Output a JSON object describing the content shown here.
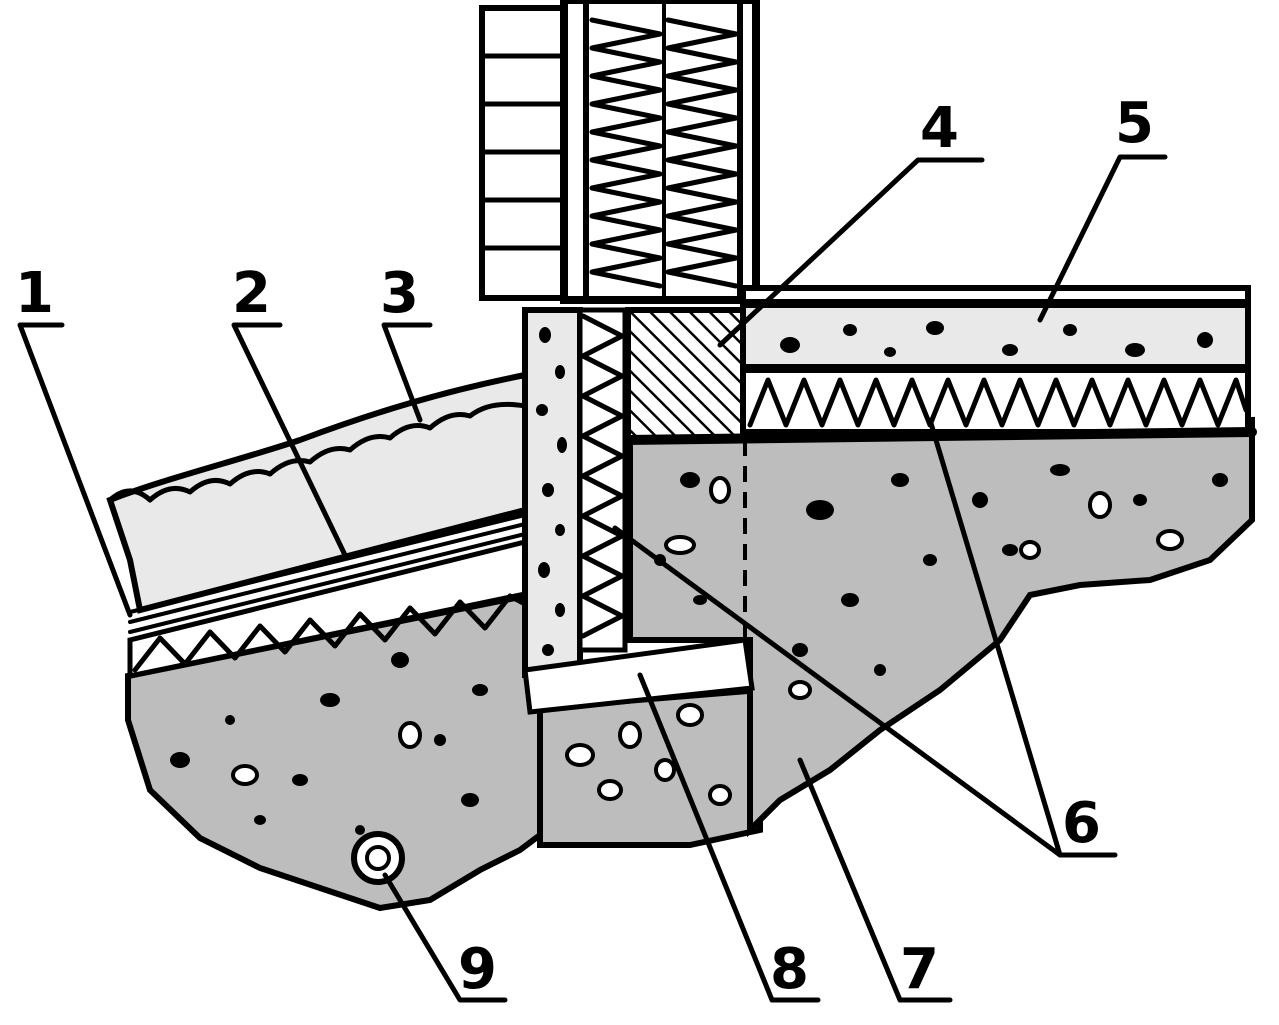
{
  "labels": {
    "l1": "1",
    "l2": "2",
    "l3": "3",
    "l4": "4",
    "l5": "5",
    "l6": "6",
    "l7": "7",
    "l8": "8",
    "l9": "9"
  },
  "colors": {
    "ink": "#000000",
    "concrete": "#bdbdbd",
    "light_fill": "#e9e9e9",
    "background": "#ffffff"
  }
}
